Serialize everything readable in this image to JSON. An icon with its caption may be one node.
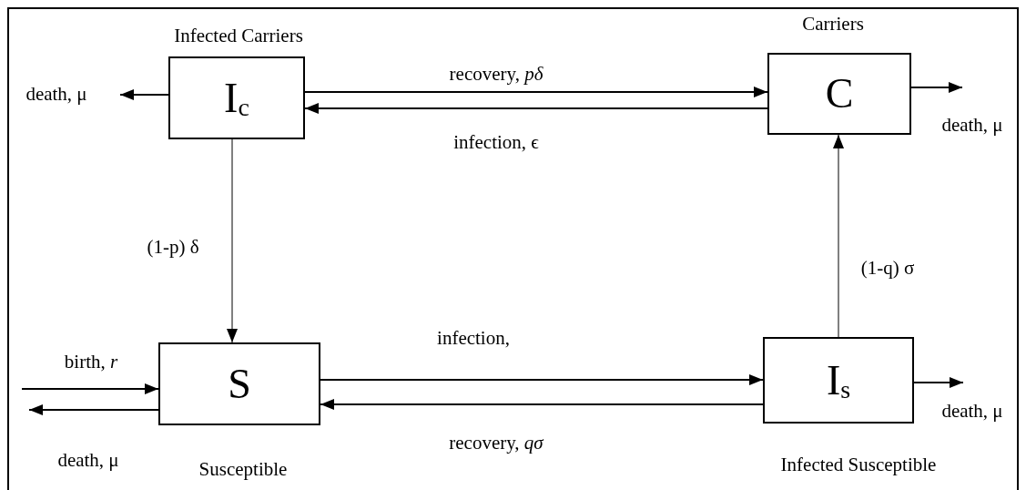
{
  "diagram": {
    "nodes": [
      {
        "text": [
          "Infected Carriers",
          "I$_{c}$"
        ]
      },
      {
        "text": [
          "Carriers",
          "C"
        ]
      },
      {
        "text": [
          "S",
          "Susceptible"
        ]
      },
      {
        "text": [
          "I$_{s}$",
          "Infected Susceptible"
        ]
      }
    ],
    "edges": [
      {
        "from": 0,
        "to": 1,
        "arrow": "to",
        "label": "recovery, *pδ*"
      },
      {
        "from": 1,
        "to": 0,
        "arrow": "to",
        "label": "infection, ϵ"
      },
      {
        "from": 0,
        "to": 2,
        "arrow": "to",
        "label": "(1-p) δ"
      },
      {
        "from": 3,
        "to": 1,
        "arrow": "to",
        "label": "(1-q) σ"
      },
      {
        "from": 2,
        "to": 3,
        "arrow": "to",
        "label": "infection,"
      },
      {
        "from": 3,
        "to": 2,
        "arrow": "to",
        "label": "recovery, *qσ*"
      },
      {
        "from": 0,
        "to": null,
        "arrow": "to",
        "label": "death, μ"
      },
      {
        "from": 1,
        "to": null,
        "arrow": "to",
        "label": "death, μ"
      },
      {
        "from": null,
        "to": 2,
        "arrow": "to",
        "label": "birth, *r*"
      },
      {
        "from": 2,
        "to": null,
        "arrow": "to",
        "label": "death, μ"
      },
      {
        "from": 3,
        "to": null,
        "arrow": "to",
        "label": "death, μ"
      }
    ]
  }
}
